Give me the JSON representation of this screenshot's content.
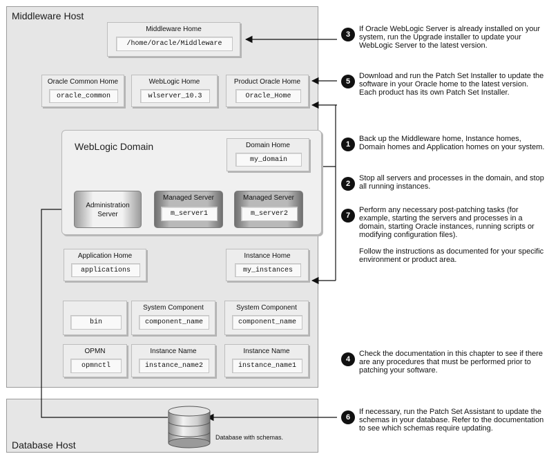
{
  "hosts": {
    "middleware": "Middleware Host",
    "database": "Database Host"
  },
  "middleware_home": {
    "title": "Middleware Home",
    "path": "/home/Oracle/Middleware"
  },
  "oracle_common_home": {
    "title": "Oracle Common Home",
    "path": "oracle_common"
  },
  "weblogic_home": {
    "title": "WebLogic Home",
    "path": "wlserver_10.3"
  },
  "product_oracle_home": {
    "title": "Product Oracle Home",
    "path": "Oracle_Home"
  },
  "weblogic_domain": {
    "title": "WebLogic Domain",
    "domain_home": {
      "title": "Domain Home",
      "path": "my_domain"
    },
    "admin_server": {
      "line1": "Administration",
      "line2": "Server"
    },
    "managed_server_1": {
      "title": "Managed Server",
      "path": "m_server1"
    },
    "managed_server_2": {
      "title": "Managed Server",
      "path": "m_server2"
    }
  },
  "application_home": {
    "title": "Application Home",
    "path": "applications"
  },
  "instance_home": {
    "title": "Instance Home",
    "path": "my_instances"
  },
  "bin_box": {
    "path": "bin"
  },
  "system_component_1": {
    "title": "System Component",
    "path": "component_name"
  },
  "system_component_2": {
    "title": "System Component",
    "path": "component_name"
  },
  "opmn": {
    "title": "OPMN",
    "path": "opmnctl"
  },
  "instance_name_1": {
    "title": "Instance Name",
    "path": "instance_name2"
  },
  "instance_name_2": {
    "title": "Instance Name",
    "path": "instance_name1"
  },
  "database": {
    "caption": "Database with schemas."
  },
  "steps": [
    {
      "number": "3",
      "text": "If Oracle WebLogic Server is already installed on your system, run the Upgrade installer to update your WebLogic Server to the latest version."
    },
    {
      "number": "5",
      "text": "Download and run the Patch Set Installer to update the software in your Oracle home to the latest version. Each product has its own Patch Set Installer."
    },
    {
      "number": "1",
      "text": "Back up the Middleware home, Instance homes, Domain homes and Application homes on your system."
    },
    {
      "number": "2",
      "text": "Stop all servers and processes in the domain, and stop all running instances."
    },
    {
      "number": "7",
      "text": "Perform any necessary post-patching tasks (for example, starting the servers and processes in a domain, starting Oracle instances, running scripts or modifying configuration files).",
      "note": "Follow the instructions as documented for your specific environment or product area."
    },
    {
      "number": "4",
      "text": "Check the documentation in this chapter to see if there are any procedures that must be performed prior to patching your software."
    },
    {
      "number": "6",
      "text": "If necessary, run the Patch Set Assistant to update the schemas in your database. Refer to the documentation to see which schemas require updating."
    }
  ],
  "colors": {
    "host_bg": "#e6e6e6",
    "badge": "#111111",
    "connector": "#111111"
  }
}
